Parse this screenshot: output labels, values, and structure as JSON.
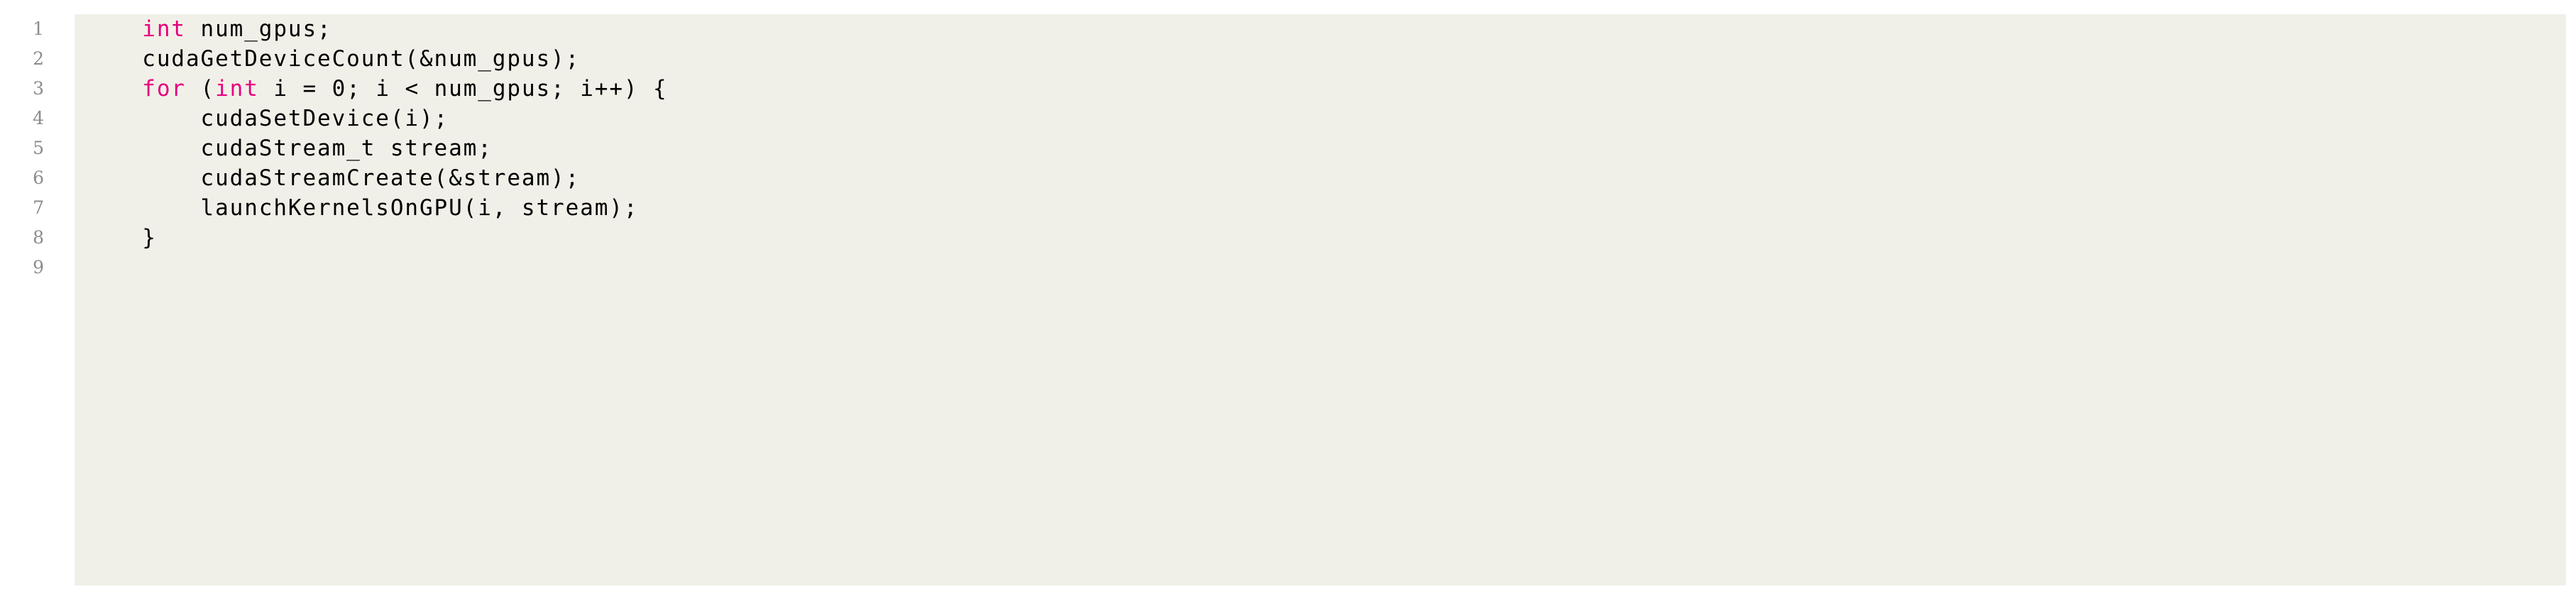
{
  "listing": {
    "language": "CUDA C++",
    "background_color": "#f1f0e8",
    "page_background_color": "#ffffff",
    "keyword_color": "#e6007e",
    "code_color": "#000000",
    "line_number_color": "#8c8c8c",
    "lines": [
      {
        "number": "1",
        "text": "    int num_gpus;",
        "tokens": [
          {
            "t": "    ",
            "k": "plain"
          },
          {
            "t": "int",
            "k": "kw"
          },
          {
            "t": " num_gpus;",
            "k": "plain"
          }
        ]
      },
      {
        "number": "2",
        "text": "    cudaGetDeviceCount(&num_gpus);",
        "tokens": [
          {
            "t": "    cudaGetDeviceCount(&num_gpus);",
            "k": "plain"
          }
        ]
      },
      {
        "number": "3",
        "text": "    for (int i = 0; i < num_gpus; i++) {",
        "tokens": [
          {
            "t": "    ",
            "k": "plain"
          },
          {
            "t": "for",
            "k": "kw"
          },
          {
            "t": " (",
            "k": "plain"
          },
          {
            "t": "int",
            "k": "kw"
          },
          {
            "t": " i = 0; i < num_gpus; i++) {",
            "k": "plain"
          }
        ]
      },
      {
        "number": "4",
        "text": "        cudaSetDevice(i);",
        "tokens": [
          {
            "t": "        cudaSetDevice(i);",
            "k": "plain"
          }
        ]
      },
      {
        "number": "5",
        "text": "        cudaStream_t stream;",
        "tokens": [
          {
            "t": "        cudaStream_t stream;",
            "k": "plain"
          }
        ]
      },
      {
        "number": "6",
        "text": "        cudaStreamCreate(&stream);",
        "tokens": [
          {
            "t": "        cudaStreamCreate(&stream);",
            "k": "plain"
          }
        ]
      },
      {
        "number": "7",
        "text": "        launchKernelsOnGPU(i, stream);",
        "tokens": [
          {
            "t": "        launchKernelsOnGPU(i, stream);",
            "k": "plain"
          }
        ]
      },
      {
        "number": "8",
        "text": "    }",
        "tokens": [
          {
            "t": "    }",
            "k": "plain"
          }
        ]
      },
      {
        "number": "9",
        "text": "",
        "tokens": []
      }
    ]
  }
}
